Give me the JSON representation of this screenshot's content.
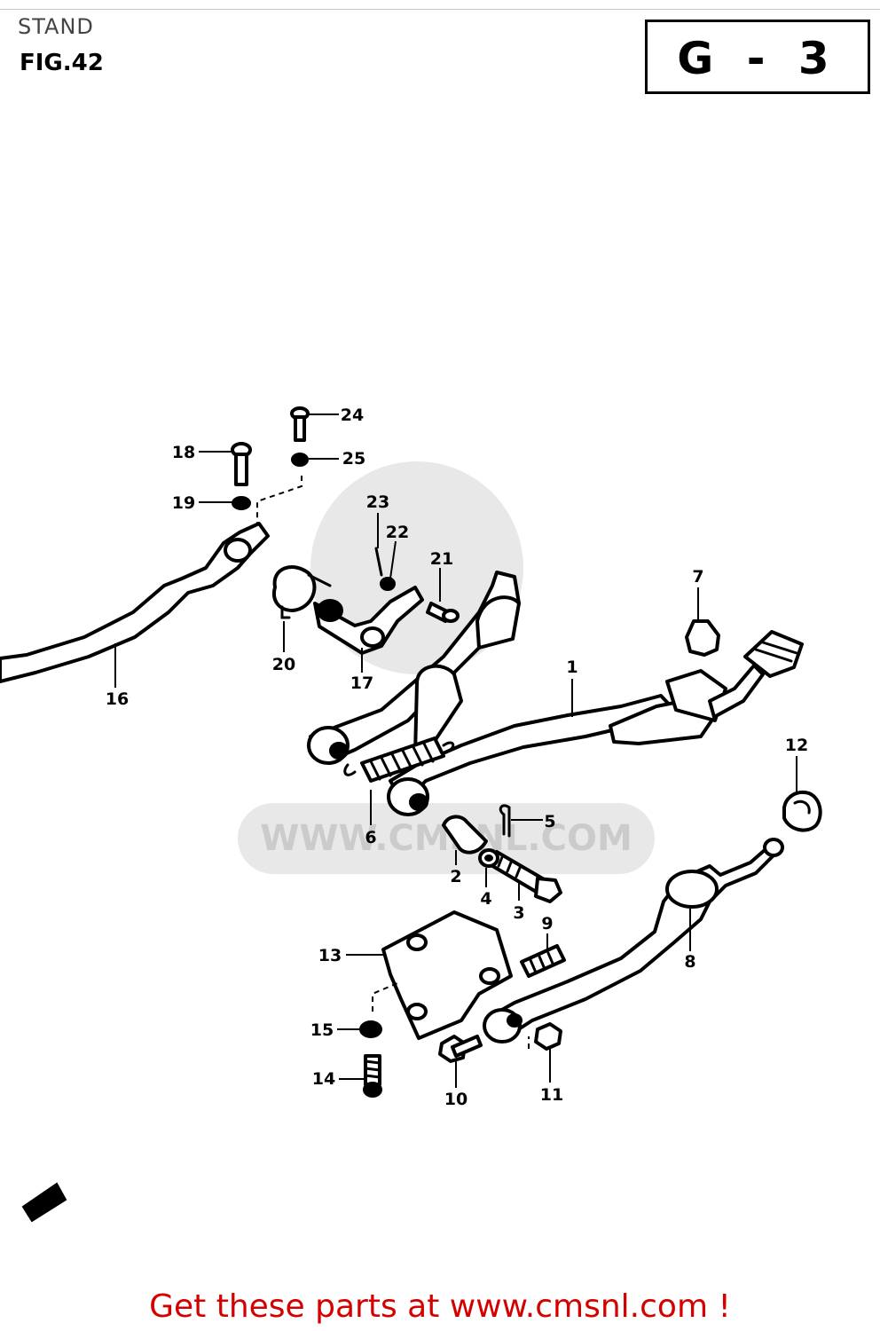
{
  "header": {
    "section_title": "STAND",
    "figure_label": "FIG.42",
    "code": "G - 3"
  },
  "watermark": {
    "text": "WWW.CMSNL.COM"
  },
  "parts": [
    {
      "id": "p1",
      "label": "1"
    },
    {
      "id": "p2",
      "label": "2"
    },
    {
      "id": "p3",
      "label": "3"
    },
    {
      "id": "p4",
      "label": "4"
    },
    {
      "id": "p5",
      "label": "5"
    },
    {
      "id": "p6",
      "label": "6"
    },
    {
      "id": "p7",
      "label": "7"
    },
    {
      "id": "p8",
      "label": "8"
    },
    {
      "id": "p9",
      "label": "9"
    },
    {
      "id": "p10",
      "label": "10"
    },
    {
      "id": "p11",
      "label": "11"
    },
    {
      "id": "p12",
      "label": "12"
    },
    {
      "id": "p13",
      "label": "13"
    },
    {
      "id": "p14",
      "label": "14"
    },
    {
      "id": "p15",
      "label": "15"
    },
    {
      "id": "p16",
      "label": "16"
    },
    {
      "id": "p17",
      "label": "17"
    },
    {
      "id": "p18",
      "label": "18"
    },
    {
      "id": "p19",
      "label": "19"
    },
    {
      "id": "p20",
      "label": "20"
    },
    {
      "id": "p21",
      "label": "21"
    },
    {
      "id": "p22",
      "label": "22"
    },
    {
      "id": "p23",
      "label": "23"
    },
    {
      "id": "p24",
      "label": "24"
    },
    {
      "id": "p25",
      "label": "25"
    }
  ],
  "footer": {
    "text": "Get these parts at www.cmsnl.com !",
    "color": "#d40000"
  }
}
